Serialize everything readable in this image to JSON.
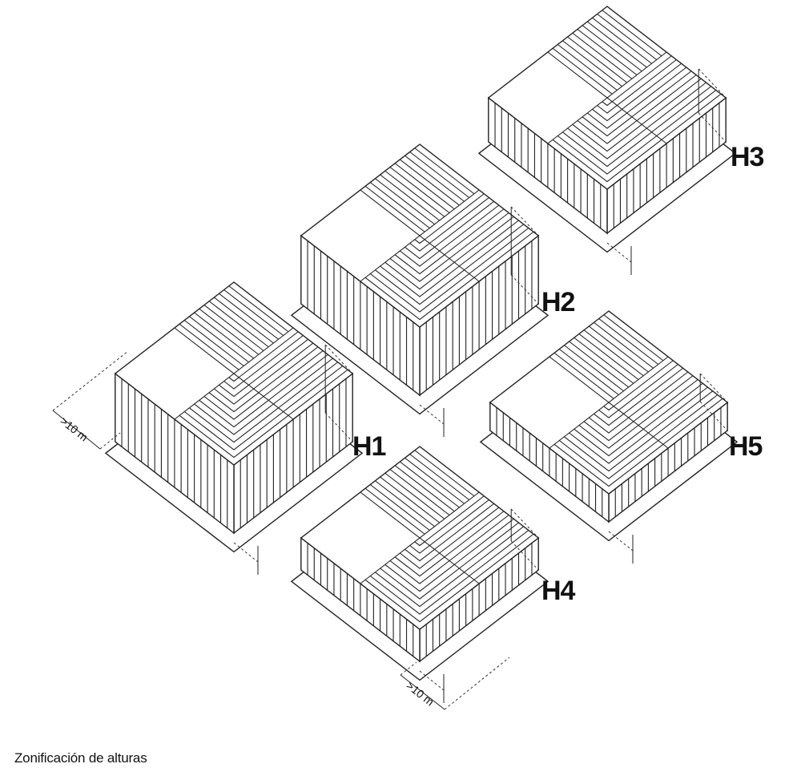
{
  "caption": "Zonificación de alturas",
  "blocks": [
    {
      "id": "H1",
      "label": "H1"
    },
    {
      "id": "H2",
      "label": "H2"
    },
    {
      "id": "H3",
      "label": "H3"
    },
    {
      "id": "H4",
      "label": "H4"
    },
    {
      "id": "H5",
      "label": "H5"
    }
  ],
  "dimensions": {
    "setback": ">10 m"
  }
}
